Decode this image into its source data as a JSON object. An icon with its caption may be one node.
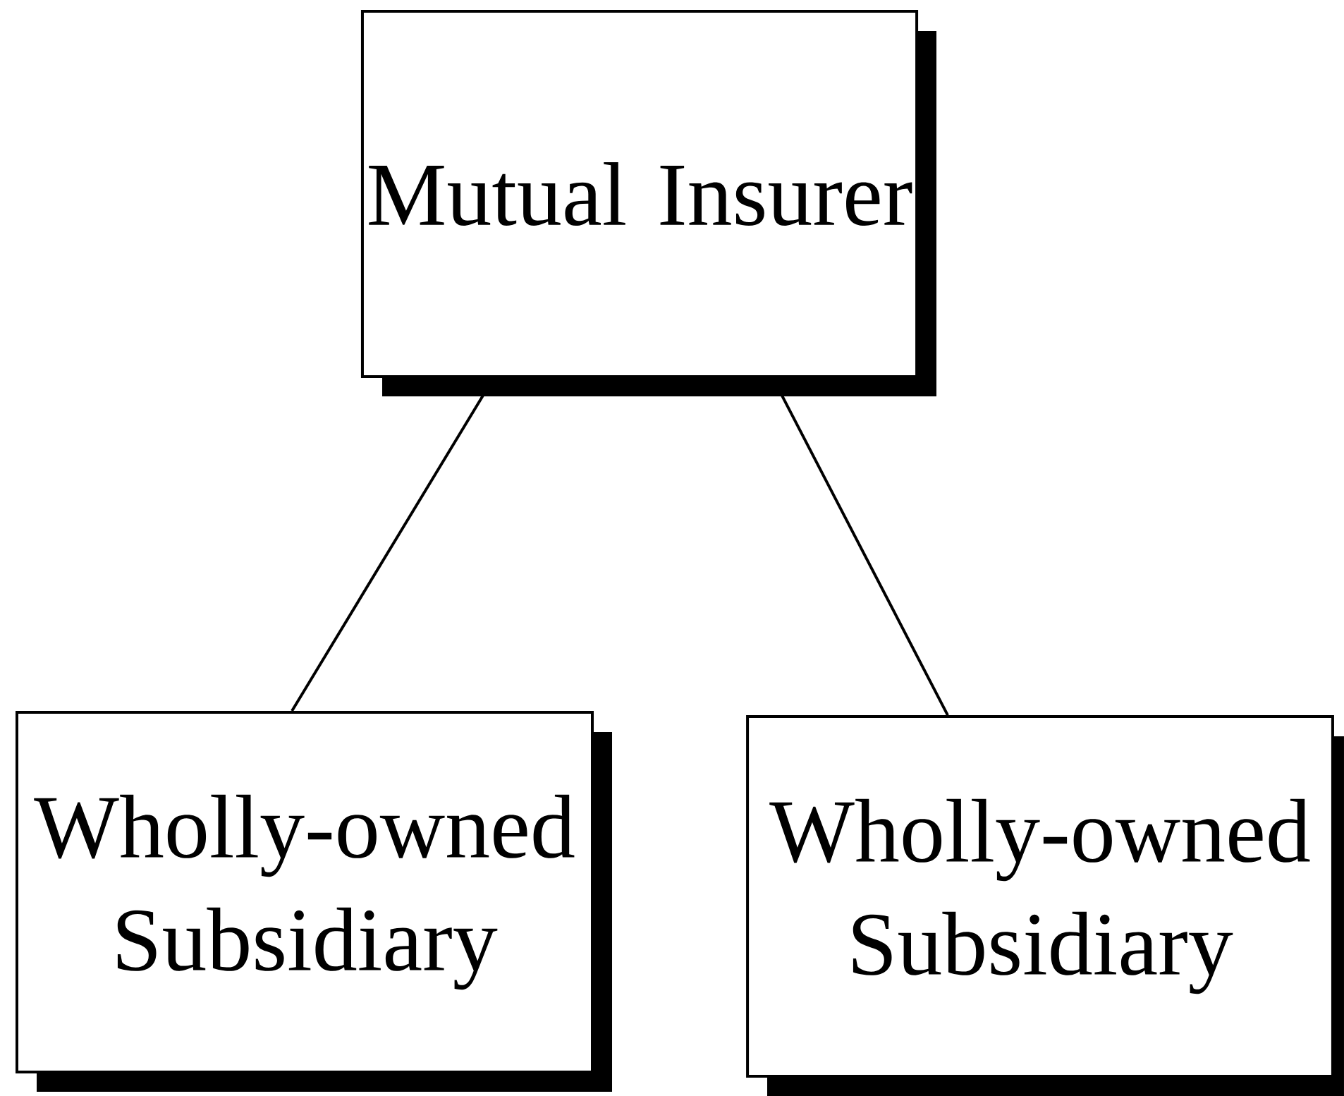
{
  "diagram": {
    "nodes": [
      {
        "text": [
          "Mutual Insurer"
        ]
      },
      {
        "text": [
          "Wholly-owned Subsidiary"
        ]
      },
      {
        "text": [
          "Wholly-owned Subsidiary"
        ]
      }
    ],
    "edges": [
      {
        "from": 0,
        "to": 1,
        "arrow": "none"
      },
      {
        "from": 0,
        "to": 2,
        "arrow": "none"
      }
    ]
  }
}
